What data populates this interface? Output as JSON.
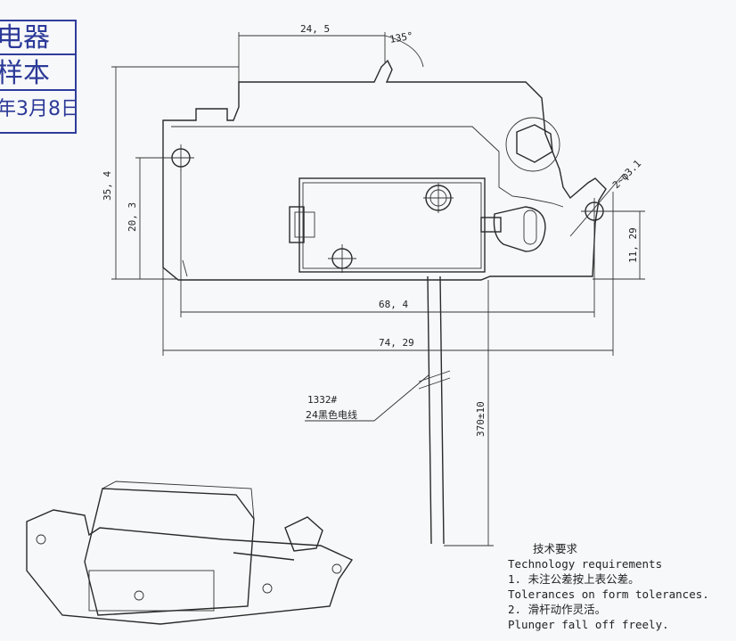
{
  "stamp": {
    "line1": "电器",
    "line2": "样本",
    "line3": "年3月8日"
  },
  "dimensions": {
    "top_width": "24, 5",
    "angle": "135°",
    "height_left": "35, 4",
    "height_hole": "20, 3",
    "slot": "2~φ3.1",
    "right_height": "11, 29",
    "width_inner": "68, 4",
    "width_overall": "74, 29",
    "wire_length": "370±10"
  },
  "wire_label": {
    "code": "1332#",
    "desc": "24黑色电线"
  },
  "notes": {
    "title": "技术要求",
    "title_en": "Technology  requirements",
    "item1": "1. 未注公差按上表公差。",
    "item1_en": "Tolerances on form tolerances.",
    "item2": "2. 滑杆动作灵活。",
    "item2_en": "Plunger fall off freely."
  }
}
